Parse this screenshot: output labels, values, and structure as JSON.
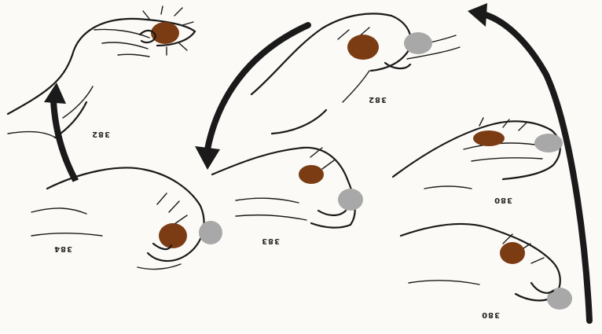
{
  "colors": {
    "background": "#fbfaf6",
    "coin_dark": "#7b3c14",
    "coin_ghost": "#a8a8a8",
    "ink": "#1a1a1a"
  },
  "panels": [
    {
      "id": "top-left",
      "caption": "382",
      "icon": "hand-tossing-coin"
    },
    {
      "id": "bottom-left",
      "caption": "384",
      "icon": "hand-palming-coin"
    },
    {
      "id": "top-middle",
      "caption": "382",
      "icon": "hand-pinching-coin"
    },
    {
      "id": "bottom-middle",
      "caption": "383",
      "icon": "hand-fingers-closed-coin"
    },
    {
      "id": "top-right",
      "caption": "380",
      "icon": "hand-flat-coin"
    },
    {
      "id": "bottom-right",
      "caption": "380",
      "icon": "hand-curled-coin"
    }
  ],
  "arrows": [
    {
      "id": "left-arrow",
      "icon": "curved-arrow-up"
    },
    {
      "id": "middle-arrow",
      "icon": "curved-arrow-down-left"
    },
    {
      "id": "right-arrow",
      "icon": "curved-arrow-up-tall"
    }
  ]
}
